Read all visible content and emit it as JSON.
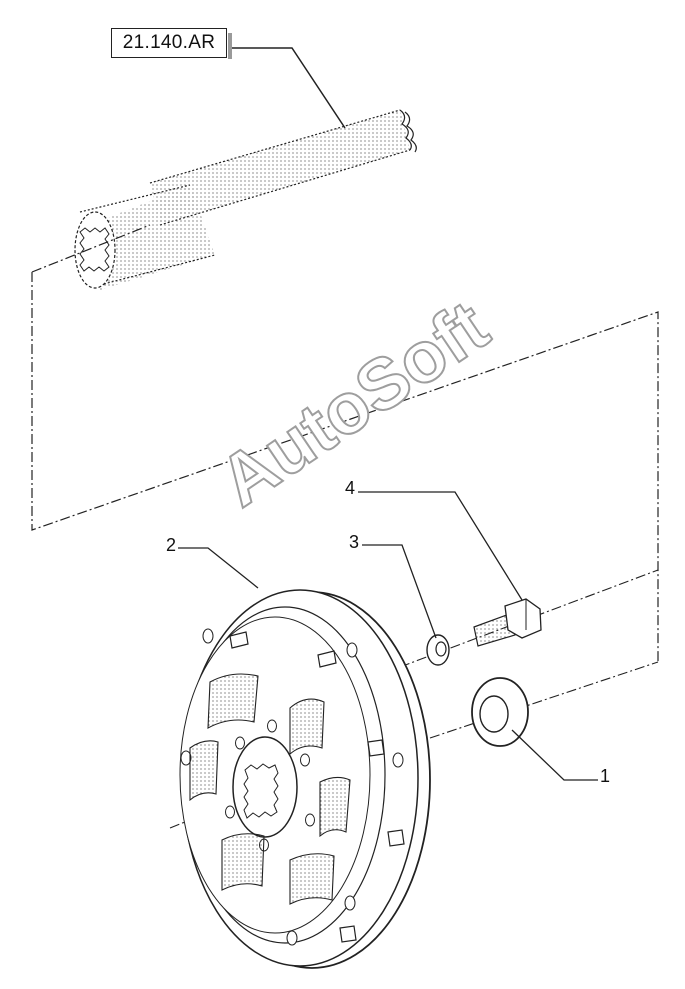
{
  "reference": {
    "label": "21.140.AR"
  },
  "callouts": [
    {
      "id": "1",
      "label": "1"
    },
    {
      "id": "2",
      "label": "2"
    },
    {
      "id": "3",
      "label": "3"
    },
    {
      "id": "4",
      "label": "4"
    }
  ],
  "watermark": {
    "text": "AutoSoft"
  },
  "colors": {
    "line": "#222222",
    "shade": "#9a9a9a",
    "watermark_stroke": "#9e9e9e"
  }
}
